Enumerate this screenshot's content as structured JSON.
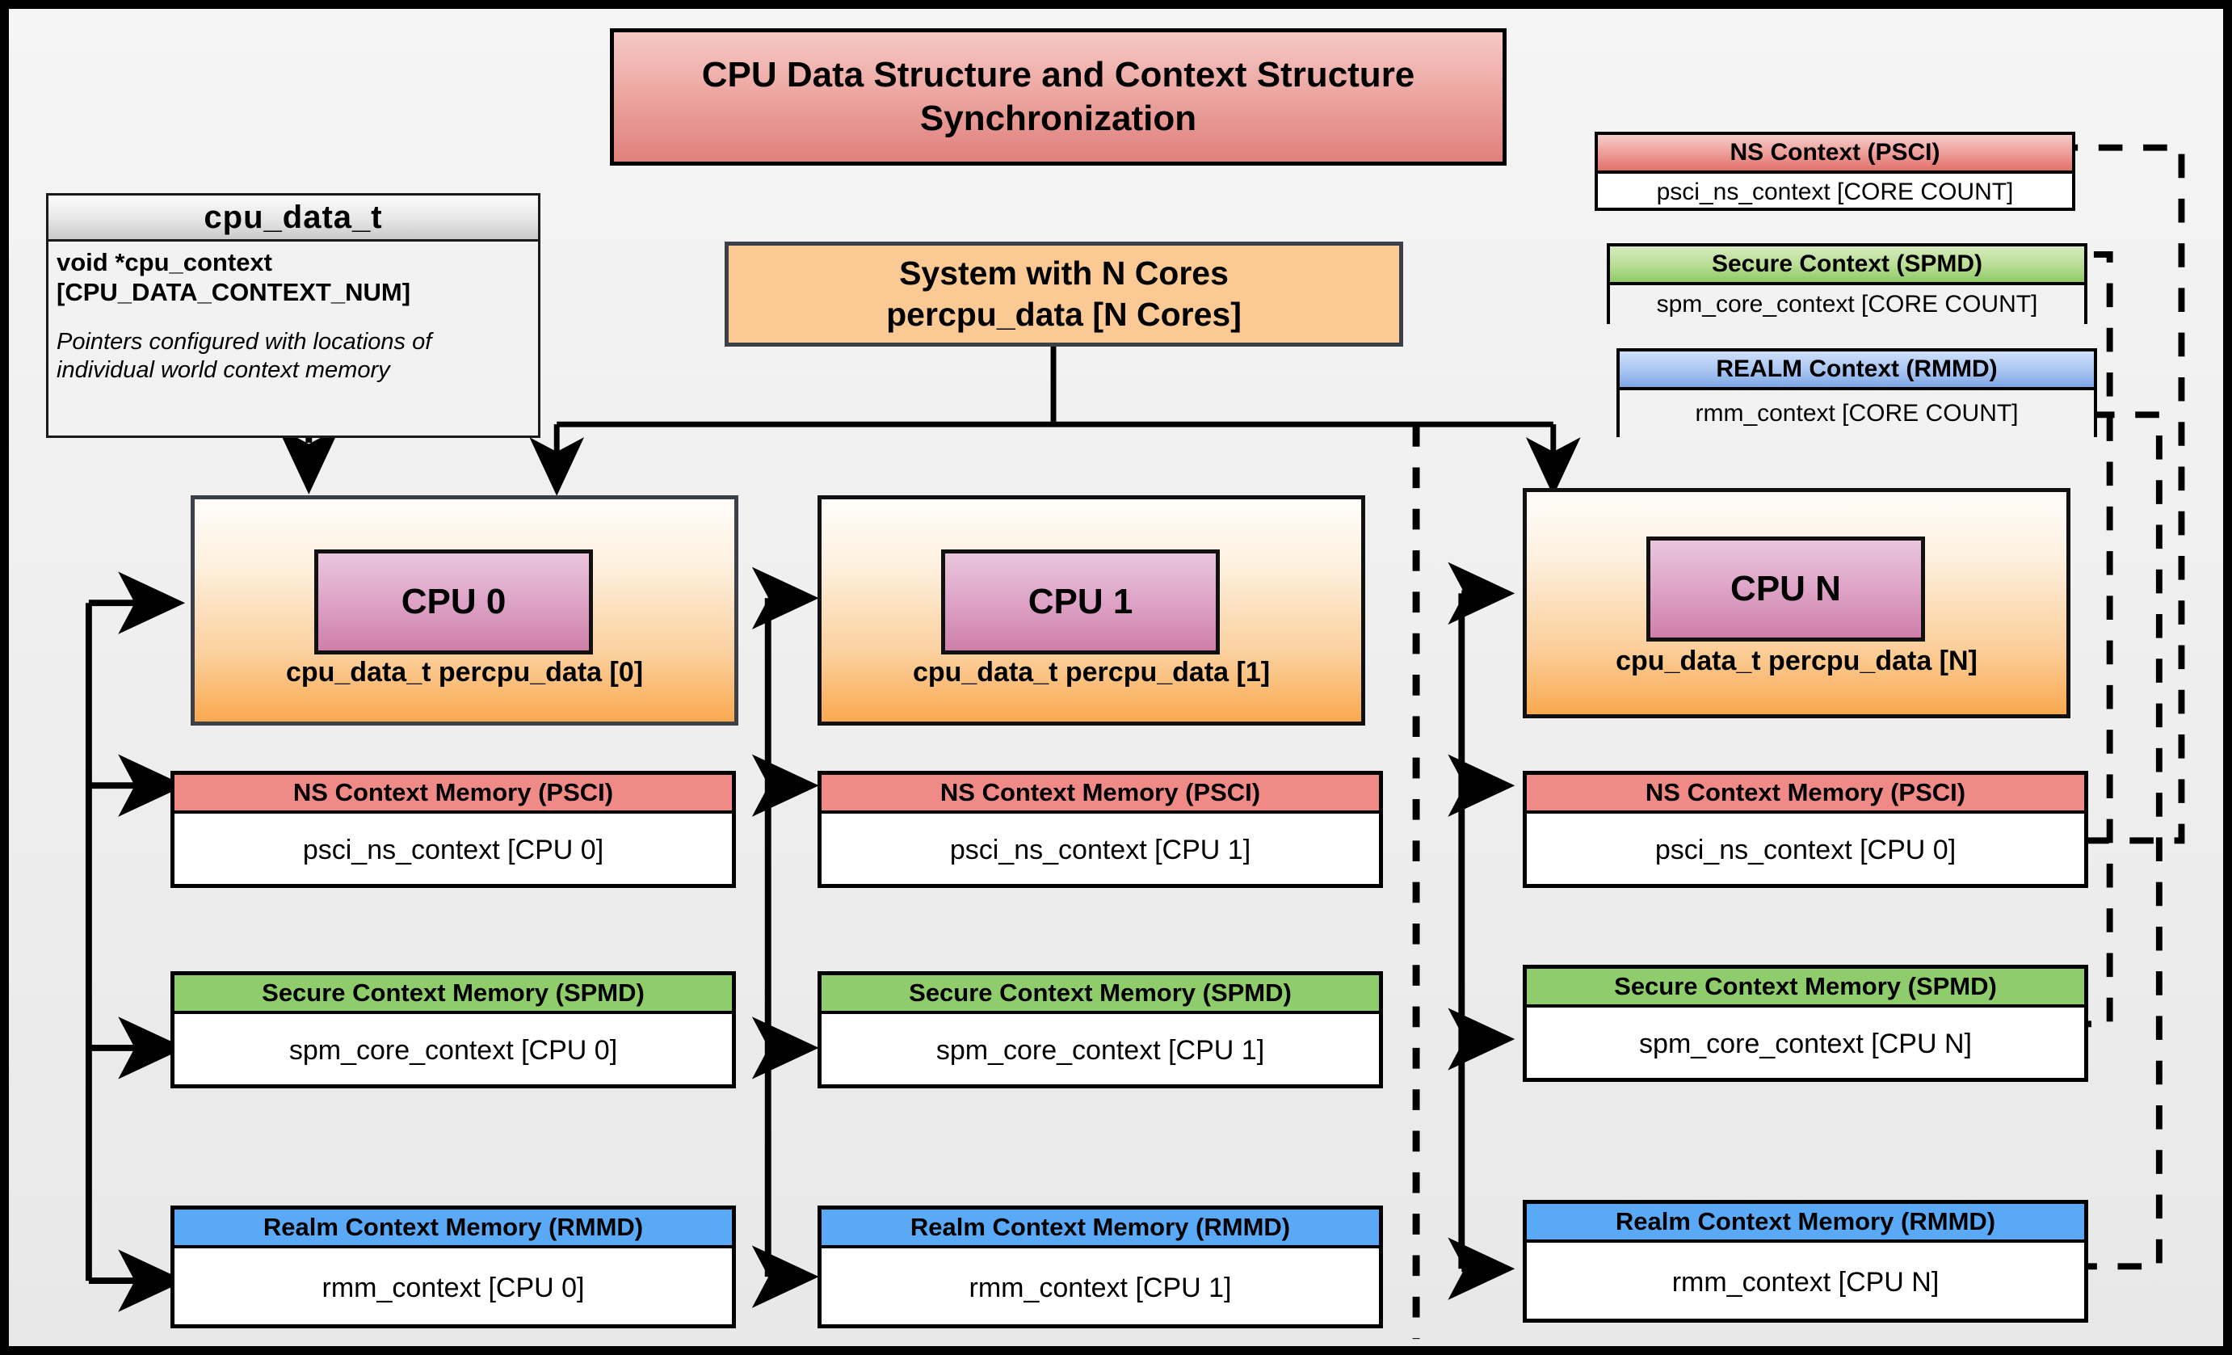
{
  "diagram": {
    "title": "CPU Data Structure and Context Structure Synchronization",
    "background_color": "#eeeeee",
    "outer_border_color": "#000000"
  },
  "cpu_data_struct": {
    "header": "cpu_data_t",
    "field_line1": "void  *cpu_context",
    "field_line2": "[CPU_DATA_CONTEXT_NUM]",
    "note": "Pointers configured with locations of individual world context memory"
  },
  "system": {
    "line1": "System with N Cores",
    "line2": "percpu_data [N Cores]",
    "fill": "#fac994"
  },
  "global_contexts": [
    {
      "header": "NS Context  (PSCI)",
      "body": "psci_ns_context [CORE COUNT]",
      "accent": "#e2706c",
      "head_class": "hd-red"
    },
    {
      "header": "Secure Context (SPMD)",
      "body": "spm_core_context [CORE COUNT]",
      "accent": "#8fca67",
      "head_class": "hd-green"
    },
    {
      "header": "REALM Context (RMMD)",
      "body": "rmm_context [CORE COUNT]",
      "accent": "#7da7e6",
      "head_class": "hd-blue"
    }
  ],
  "cpus": [
    {
      "chip_label": "CPU 0",
      "caption": "cpu_data_t percpu_data [0]",
      "contexts": [
        {
          "header": "NS Context Memory (PSCI)",
          "body": "psci_ns_context [CPU 0]",
          "accent": "#ef8a87"
        },
        {
          "header": "Secure Context Memory (SPMD)",
          "body": "spm_core_context [CPU 0]",
          "accent": "#8fcd6c"
        },
        {
          "header": "Realm Context Memory (RMMD)",
          "body": "rmm_context [CPU 0]",
          "accent": "#5aa9f7"
        }
      ]
    },
    {
      "chip_label": "CPU 1",
      "caption": "cpu_data_t percpu_data [1]",
      "contexts": [
        {
          "header": "NS Context Memory (PSCI)",
          "body": "psci_ns_context [CPU 1]",
          "accent": "#ef8a87"
        },
        {
          "header": "Secure Context Memory (SPMD)",
          "body": "spm_core_context [CPU 1]",
          "accent": "#8fcd6c"
        },
        {
          "header": "Realm Context Memory (RMMD)",
          "body": "rmm_context [CPU 1]",
          "accent": "#5aa9f7"
        }
      ]
    },
    {
      "chip_label": "CPU N",
      "caption": "cpu_data_t percpu_data [N]",
      "contexts": [
        {
          "header": "NS Context Memory (PSCI)",
          "body": "psci_ns_context [CPU 0]",
          "accent": "#ef8a87"
        },
        {
          "header": "Secure Context Memory (SPMD)",
          "body": "spm_core_context [CPU N]",
          "accent": "#8fcd6c"
        },
        {
          "header": "Realm Context Memory (RMMD)",
          "body": "rmm_context [CPU N]",
          "accent": "#5aa9f7"
        }
      ]
    }
  ]
}
